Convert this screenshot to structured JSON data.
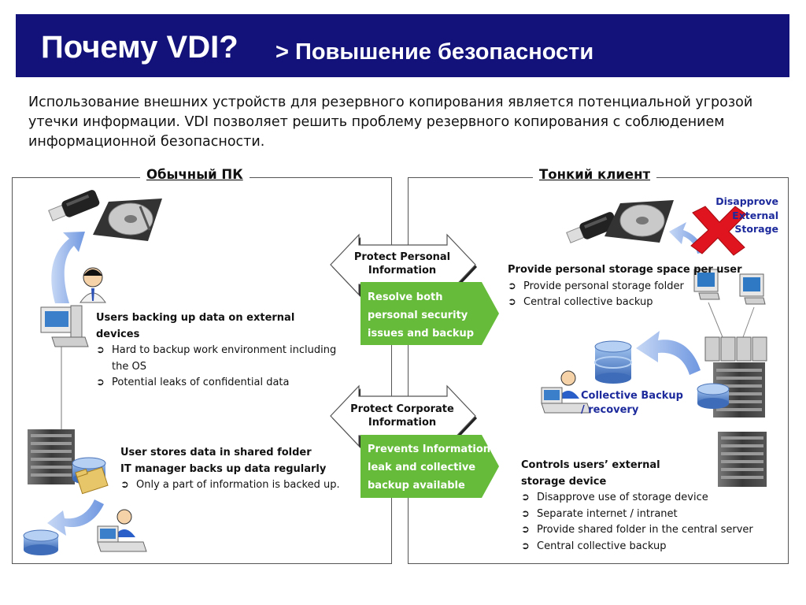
{
  "title": {
    "main": "Почему VDI?",
    "sub": "> Повышение безопасности"
  },
  "intro": "Использование внешних устройств для резервного копирования является потенциальной угрозой утечки информации. VDI позволяет решить проблему резервного копирования с соблюдением информационной безопасности.",
  "left_panel": {
    "title": "Обычный ПК",
    "block1": {
      "heading_line1": "Users backing up data on external",
      "heading_line2": "devices",
      "bullets": [
        "Hard to backup work environment including the OS",
        "Potential leaks of confidential data"
      ]
    },
    "block2": {
      "heading_line1": "User stores data in shared folder",
      "heading_line2": "IT manager backs up data regularly",
      "bullets": [
        "Only a part of information is backed up."
      ]
    }
  },
  "middle": {
    "protect1": {
      "line1": "Protect Personal",
      "line2": "Information"
    },
    "green1": {
      "line1": "Resolve both",
      "line2": "personal security",
      "line3": "issues and backup"
    },
    "protect2": {
      "line1": "Protect Corporate",
      "line2": "Information"
    },
    "green2": {
      "line1": "Prevents Information",
      "line2": "leak and collective",
      "line3": "backup available"
    }
  },
  "right_panel": {
    "title": "Тонкий клиент",
    "disapprove": {
      "line1": "Disapprove",
      "line2": "External",
      "line3": "Storage"
    },
    "block1": {
      "heading": "Provide personal storage space per user",
      "bullets": [
        "Provide personal storage folder",
        "Central collective backup"
      ]
    },
    "collective": {
      "line1": "Collective Backup",
      "line2": "/ recovery"
    },
    "block2": {
      "heading_line1": "Controls users’ external",
      "heading_line2": "storage device",
      "bullets": [
        "Disapprove use of storage device",
        "Separate internet / intranet",
        "Provide shared folder in the central server",
        "Central collective backup"
      ]
    }
  },
  "bullet_symbol": "➲",
  "icons": [
    "usb-drive-icon",
    "hard-disk-icon",
    "user-headset-icon",
    "desktop-pc-icon",
    "server-rack-icon",
    "database-icon",
    "folder-icon",
    "operator-icon",
    "thin-client-icon",
    "red-x-icon",
    "curved-arrow-icon"
  ],
  "colors": {
    "title_bar": "#12127a",
    "green": "#66bb3a",
    "link_blue": "#1c2a9c",
    "red_x": "#e0141e",
    "arrow_blue": "#8aaee8"
  }
}
